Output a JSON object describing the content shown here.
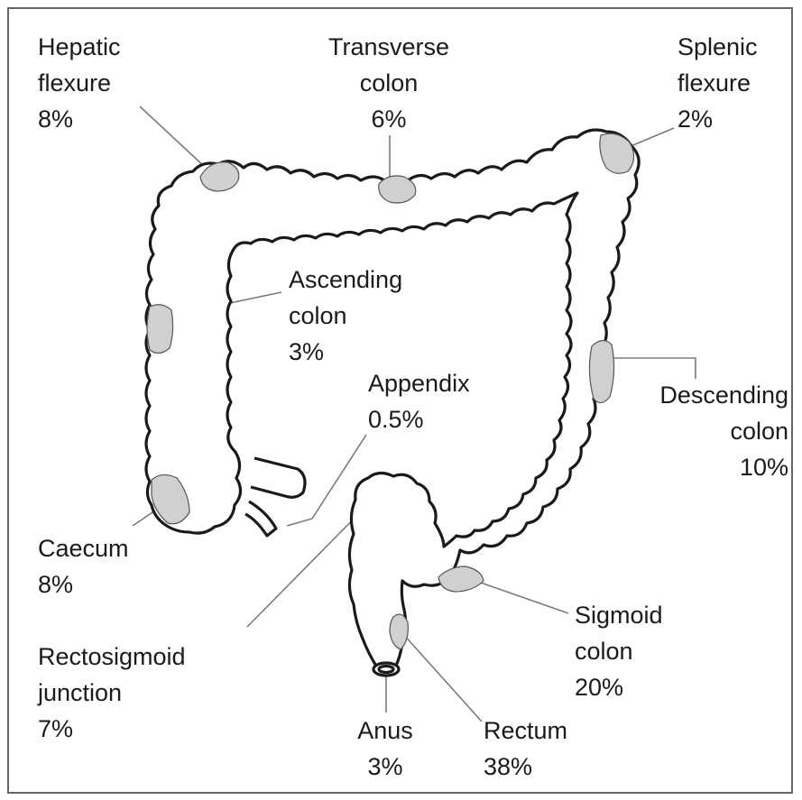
{
  "colors": {
    "outline": "#1a1a1a",
    "lesion": "#d0d0d0",
    "leader": "#7a7a7a",
    "frame": "#666666"
  },
  "labels": {
    "hepatic_flexure": {
      "lines": [
        "Hepatic",
        "flexure"
      ],
      "pct": "8%"
    },
    "transverse_colon": {
      "lines": [
        "Transverse",
        "colon"
      ],
      "pct": "6%"
    },
    "splenic_flexure": {
      "lines": [
        "Splenic",
        "flexure"
      ],
      "pct": "2%"
    },
    "ascending_colon": {
      "lines": [
        "Ascending",
        "colon"
      ],
      "pct": "3%"
    },
    "appendix": {
      "lines": [
        "Appendix"
      ],
      "pct": "0.5%"
    },
    "descending_colon": {
      "lines": [
        "Descending",
        "colon"
      ],
      "pct": "10%"
    },
    "caecum": {
      "lines": [
        "Caecum"
      ],
      "pct": "8%"
    },
    "sigmoid_colon": {
      "lines": [
        "Sigmoid",
        "colon"
      ],
      "pct": "20%"
    },
    "rectosigmoid_junction": {
      "lines": [
        "Rectosigmoid",
        "junction"
      ],
      "pct": "7%"
    },
    "anus": {
      "lines": [
        "Anus"
      ],
      "pct": "3%"
    },
    "rectum": {
      "lines": [
        "Rectum"
      ],
      "pct": "38%"
    }
  }
}
